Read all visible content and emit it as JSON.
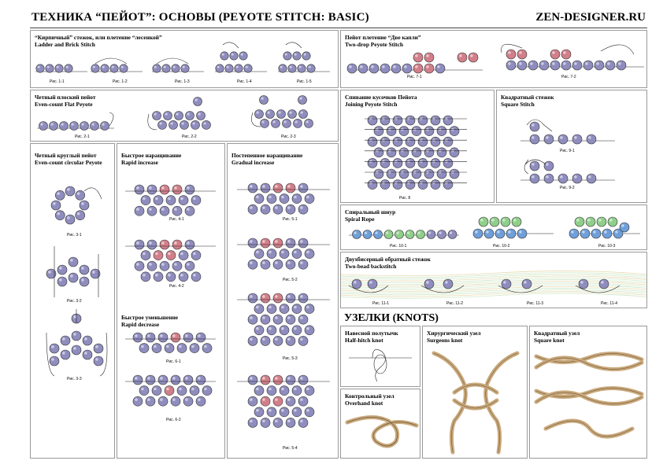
{
  "header": {
    "title": "ТЕХНИКА “ПЕЙОТ”: ОСНОВЫ (PEYOTE STITCH: BASIC)",
    "site": "ZEN-DESIGNER.RU"
  },
  "colors": {
    "bead": "#8f8dbe",
    "bead_red": "#d27f8a",
    "bead_green": "#8fcf8a",
    "bead_blue": "#6f9fd9",
    "cord": "#c9a87a",
    "border": "#999999"
  },
  "panels": {
    "ladder": {
      "ru": "“Кирпичный” стежок, или плетение “лесенкой”",
      "en": "Ladder and Brick Stitch",
      "figs": [
        "Рис. 1-1",
        "Рис. 1-2",
        "Рис. 1-3",
        "Рис. 1-4",
        "Рис. 1-5"
      ]
    },
    "twodrop": {
      "ru": "Пейот плетение “Две капли”",
      "en": "Two-drop Peyote Stitch",
      "figs": [
        "Рис. 7-1",
        "Рис. 7-2"
      ]
    },
    "flat": {
      "ru": "Четный плоский пейот",
      "en": "Even-count Flat Peyote",
      "figs": [
        "Рис. 2-1",
        "Рис. 2-2",
        "Рис. 2-3"
      ]
    },
    "joining": {
      "ru": "Спивание кусочков Пейота",
      "en": "Joining Peyote Stitch",
      "figs": [
        "Рис. 8"
      ]
    },
    "square": {
      "ru": "Квадратный стежок",
      "en": "Square Stitch",
      "figs": [
        "Рис. 9-1",
        "Рис. 9-2"
      ]
    },
    "circular": {
      "ru": "Четный круглый пейот",
      "en": "Even-count circular Peyote",
      "figs": [
        "Рис. 3-1",
        "Рис. 3-2",
        "Рис. 3-3"
      ]
    },
    "rapid": {
      "ru": "Быстрое наращивание",
      "en": "Rapid increase",
      "figs": [
        "Рис. 4-1",
        "Рис. 4-2"
      ]
    },
    "decrease": {
      "ru": "Быстрое уменьшение",
      "en": "Rapid decrease",
      "figs": [
        "Рис. 6-1",
        "Рис. 6-2"
      ]
    },
    "gradual": {
      "ru": "Постепенное наращивание",
      "en": "Gradual increase",
      "figs": [
        "Рис. 5-1",
        "Рис. 5-2",
        "Рис. 5-3",
        "Рис. 5-4"
      ]
    },
    "spiral": {
      "ru": "Спиральный шнур",
      "en": "Spiral Rope",
      "figs": [
        "Рис. 10-1",
        "Рис. 10-2",
        "Рис. 10-3"
      ]
    },
    "backstitch": {
      "ru": "Двухбисерный обратный стежок",
      "en": "Two-bead backstitch",
      "figs": [
        "Рис. 11-1",
        "Рис. 11-2",
        "Рис. 11-3",
        "Рис. 11-4"
      ]
    },
    "halfhitch": {
      "ru": "Навесной полутычк",
      "en": "Half-hitch knot"
    },
    "surgeons": {
      "ru": "Хирургический узел",
      "en": "Surgeons knot"
    },
    "squareknot": {
      "ru": "Квадратный узел",
      "en": "Square knot"
    },
    "overhand": {
      "ru": "Контрольный узел",
      "en": "Overhand knot"
    }
  },
  "knots_heading": "УЗЕЛКИ (KNOTS)"
}
